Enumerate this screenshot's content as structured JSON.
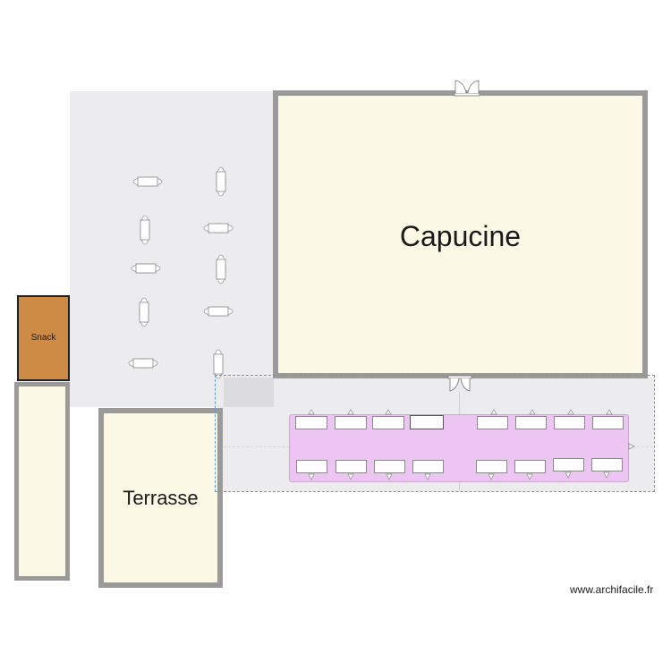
{
  "rooms": {
    "capucine": {
      "label": "Capucine"
    },
    "terrasse": {
      "label": "Terrasse"
    },
    "snack": {
      "label": "Snack"
    }
  },
  "watermark": {
    "text": "www.archifacile.fr"
  },
  "colors": {
    "wall": "#9a9a9a",
    "room_fill": "#fcf8e6",
    "outdoor_fill": "#ececee",
    "snack_fill": "#cd8b45",
    "table_fill": "#ecc5f2",
    "selection": "#5a9bd8"
  },
  "icons": [
    "double-door-icon",
    "chair-icon"
  ]
}
